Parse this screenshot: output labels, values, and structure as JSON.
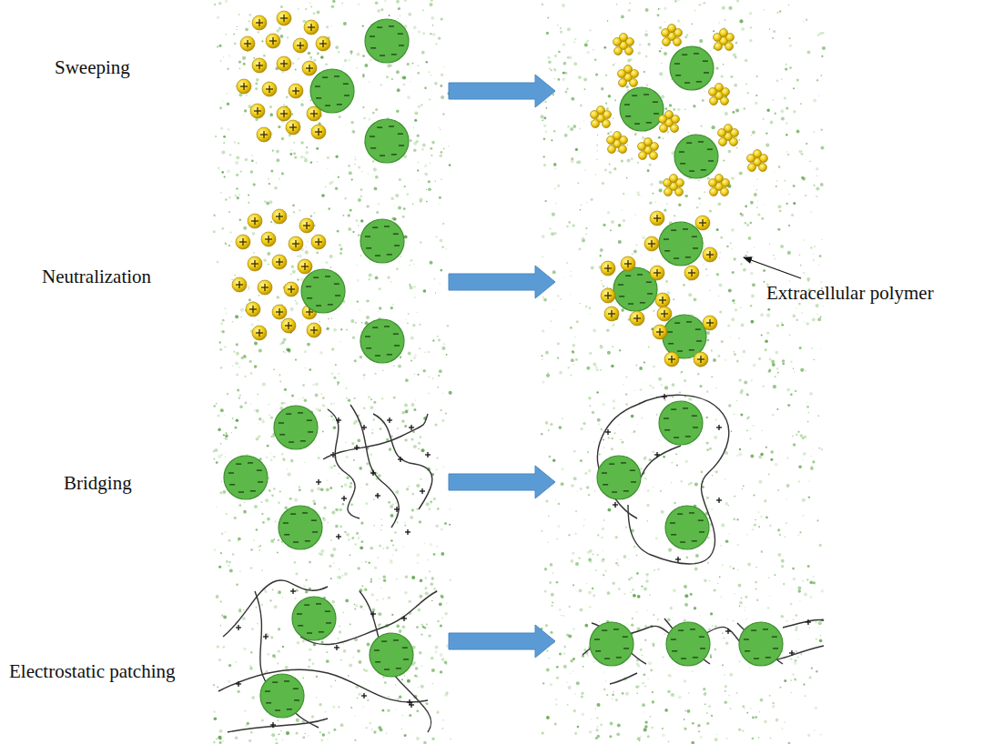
{
  "diagram": {
    "labels": [
      "Sweeping",
      "Neutralization",
      "Bridging",
      "Electrostatic patching",
      "Extracellular polymer"
    ]
  }
}
